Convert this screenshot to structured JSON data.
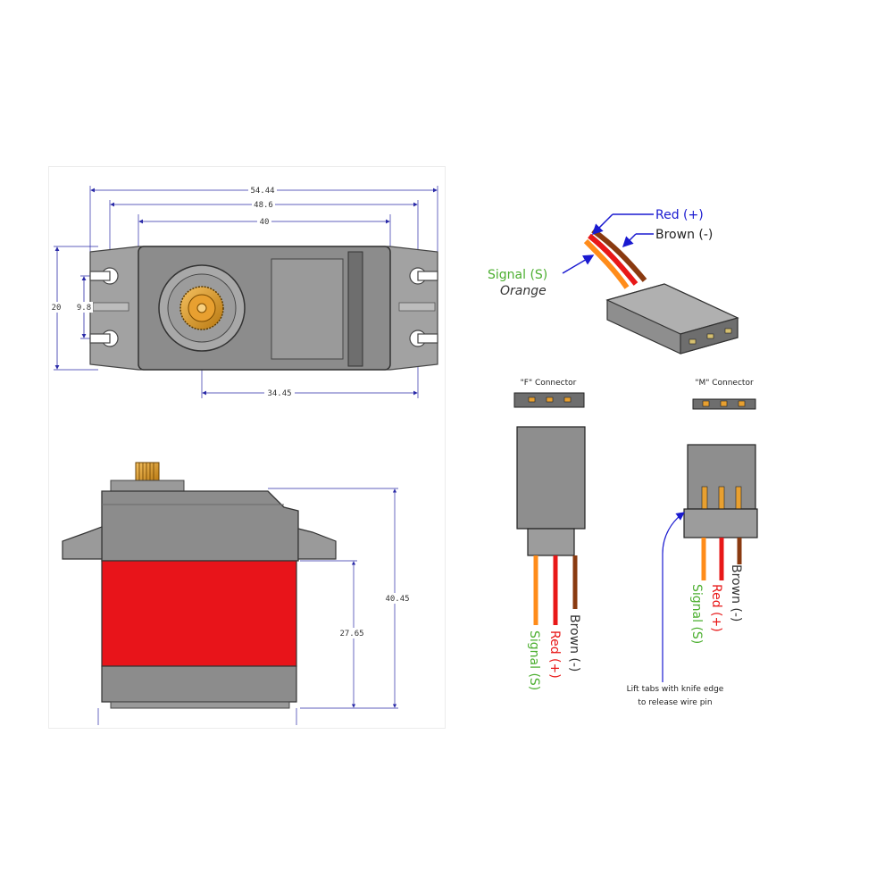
{
  "top_view": {
    "dim_overall": "54.44",
    "dim_mount_holes": "48.6",
    "dim_body": "40",
    "dim_height": "20",
    "dim_hole_spacing": "9.8",
    "dim_shaft_offset": "34.45"
  },
  "side_view": {
    "dim_total_height": "40.45",
    "dim_body_height": "27.65"
  },
  "wiring": {
    "red_label": "Red (+)",
    "brown_label": "Brown (-)",
    "signal_label": "Signal (S)",
    "orange_label": "Orange",
    "f_connector_title": "\"F\" Connector",
    "m_connector_title": "\"M\" Connector",
    "f_signal": "Signal (S)",
    "f_red": "Red (+)",
    "f_brown": "Brown (-)",
    "m_signal": "Signal (S)",
    "m_red": "Red (+)",
    "m_brown": "Brown (-)",
    "note_line1": "Lift tabs with knife edge",
    "note_line2": "to release wire pin"
  },
  "colors": {
    "housing_gray": "#8c8c8c",
    "case_red": "#e8141a",
    "dimension_blue": "#2a2aa8",
    "label_blue": "#1a1ad0",
    "label_green": "#4caf30",
    "wire_orange": "#ff8c1a",
    "wire_red": "#e81818",
    "wire_brown": "#8a3a10"
  }
}
